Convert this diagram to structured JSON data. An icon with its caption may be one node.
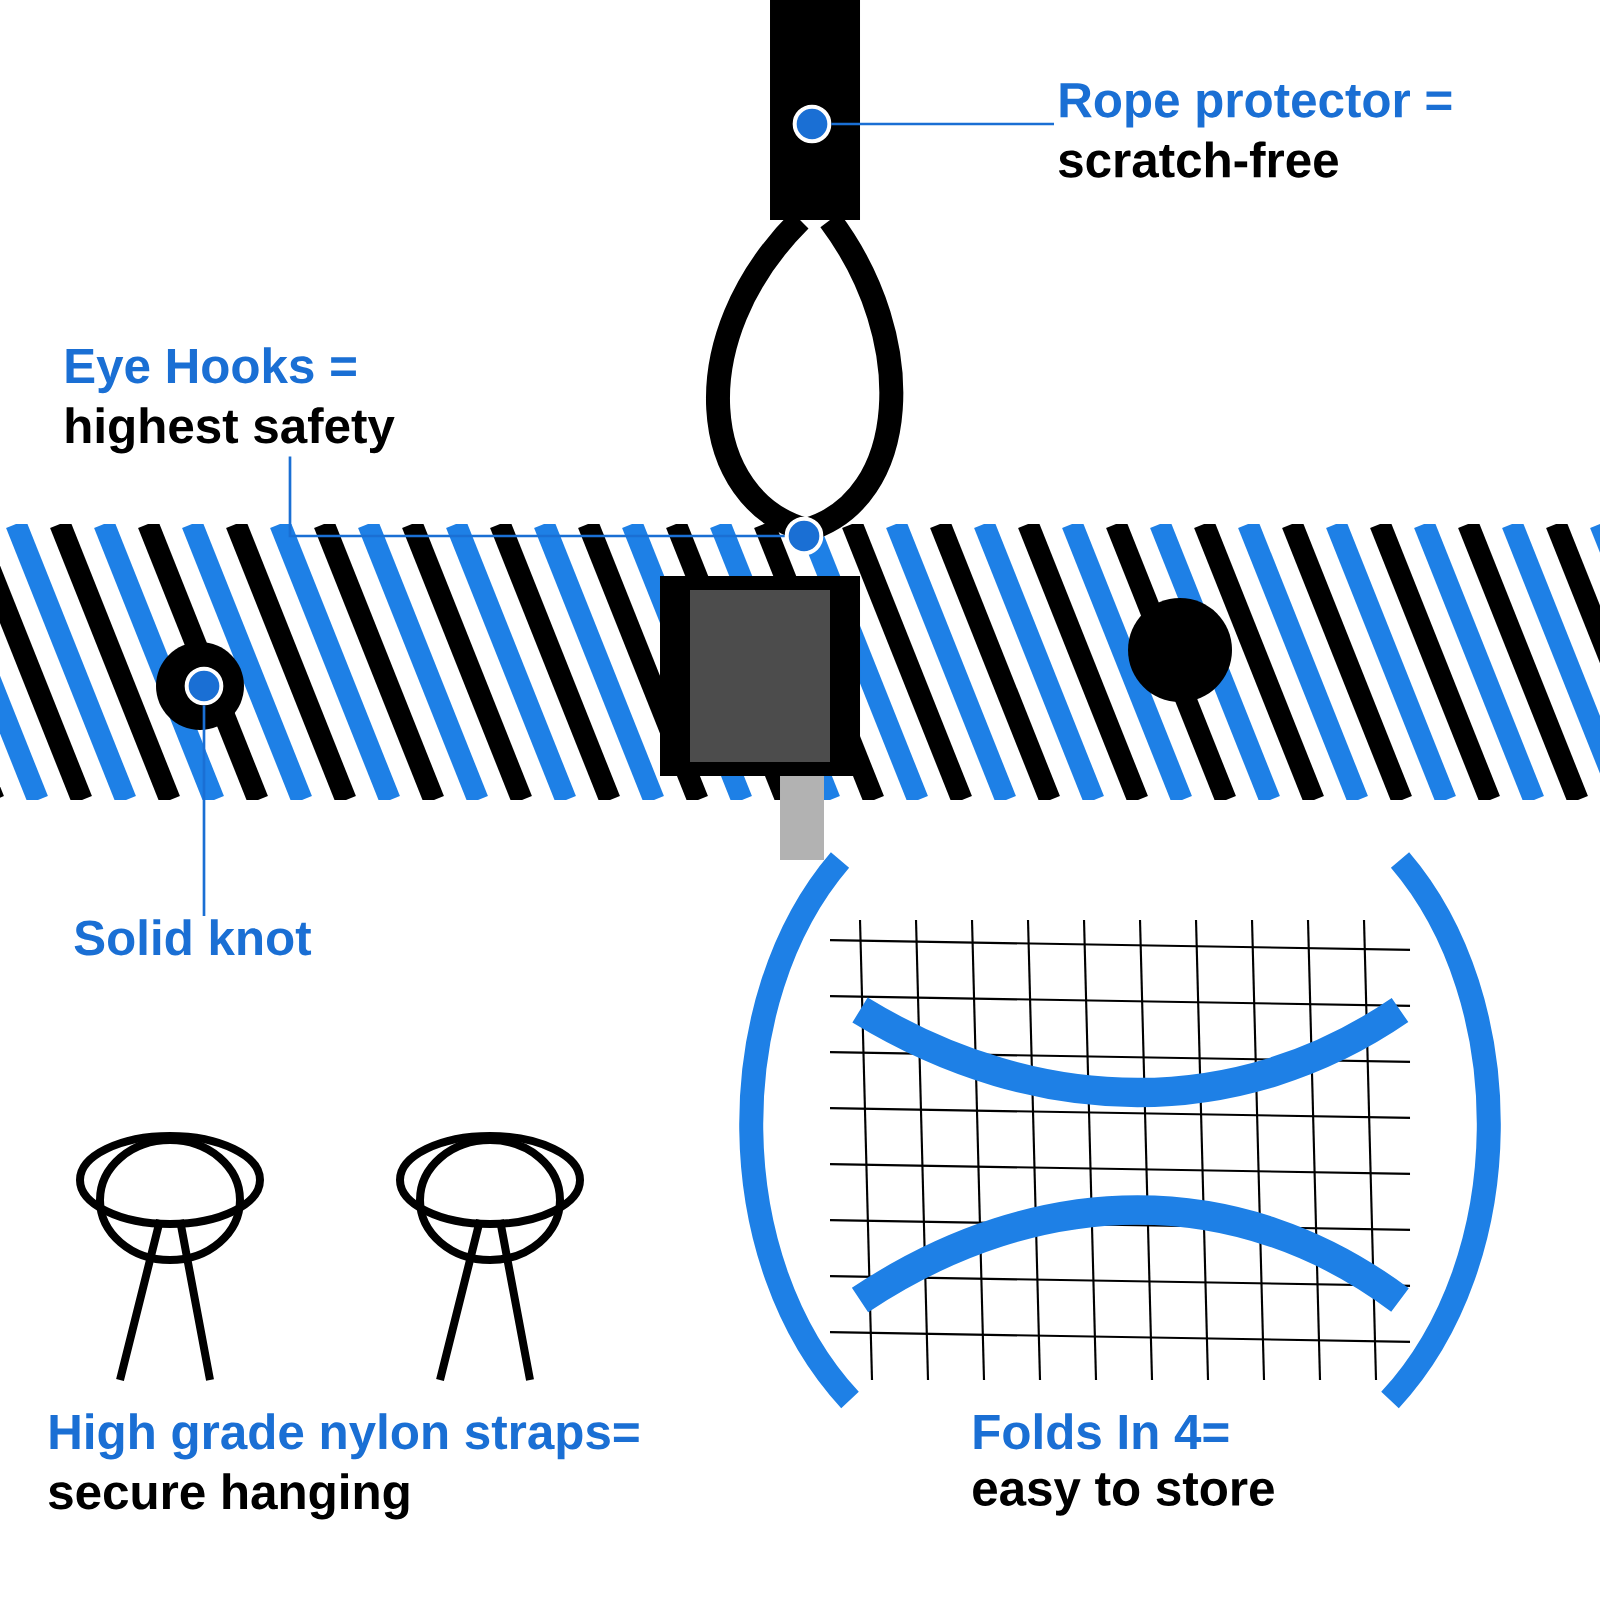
{
  "diagram": {
    "nodes": [
      {
        "text": [
          "Rope protector =",
          "scratch-free"
        ]
      },
      {
        "text": [],
        "shape": "circle"
      },
      {
        "text": [
          "Eye Hooks =",
          "highest safety"
        ]
      },
      {
        "text": [],
        "shape": "circle"
      },
      {
        "text": [
          "Solid knot"
        ]
      },
      {
        "text": [],
        "shape": "circle"
      }
    ],
    "edges": [
      {
        "from": 0,
        "to": 1,
        "arrow": "none"
      },
      {
        "from": 2,
        "to": 3,
        "arrow": "none"
      },
      {
        "from": 4,
        "to": 5,
        "arrow": "none"
      }
    ],
    "labels": [
      "High grade nylon straps=",
      "secure hanging",
      "Folds In 4=",
      "easy to store"
    ]
  }
}
